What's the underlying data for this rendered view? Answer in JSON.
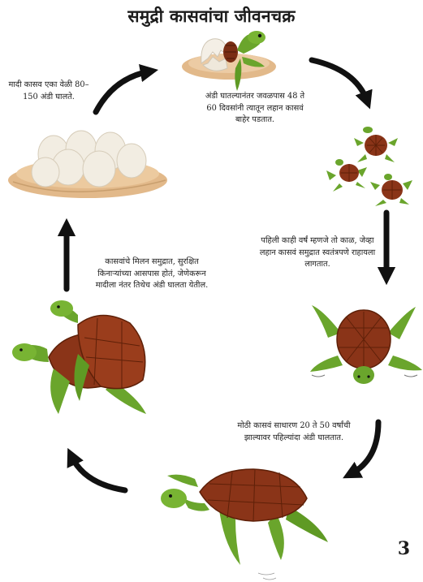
{
  "title": "समुद्री कासवांचा जीवनचक्र",
  "captions": {
    "hatching": "अंडी घातल्यानंतर जवळपास 48 ते 60 दिवसांनी त्यातून लहान कासवं बाहेर पडतात.",
    "young": "पहिली काही वर्षं म्हणजे तो काळ, जेव्हा लहान कासवं समुद्रात स्वतंत्रपणे राहायला लागतात.",
    "adult": "मोठी कासवं साधारण 20 ते 50 वर्षांची झाल्यावर पहिल्यांदा अंडी घालतात.",
    "mating": "कासवांचे मिलन समुद्रात, सुरक्षित किनाऱ्यांच्या आसपास होतं, जेणेकरून मादीला नंतर तिथेच अंडी घालता येतील.",
    "eggs": "मादी कासव एका वेळी 80–150 अंडी घालते."
  },
  "page_number": "3",
  "colors": {
    "shell": "#8a3418",
    "shell_dark": "#5e2008",
    "skin": "#6aa52c",
    "skin_dark": "#3f7a1a",
    "sand": "#e9c9a0",
    "egg": "#f2ede2",
    "arrow": "#111111"
  }
}
